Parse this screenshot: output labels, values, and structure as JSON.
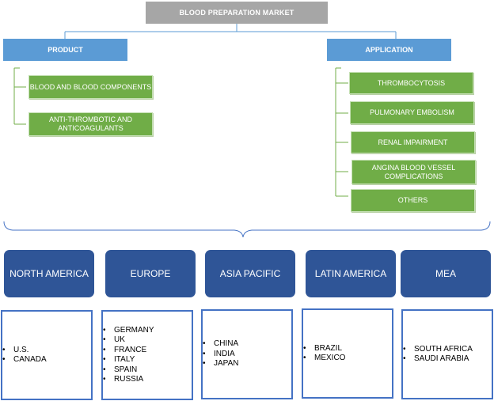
{
  "title": "BLOOD PREPARATION MARKET",
  "product": {
    "label": "PRODUCT",
    "items": [
      "BLOOD AND BLOOD COMPONENTS",
      "ANTI-THROMBOTIC AND ANTICOAGULANTS"
    ]
  },
  "application": {
    "label": "APPLICATION",
    "items": [
      "THROMBOCYTOSIS",
      "PULMONARY EMBOLISM",
      "RENAL IMPAIRMENT",
      "ANGINA BLOOD VESSEL COMPLICATIONS",
      "OTHERS"
    ]
  },
  "regions": [
    {
      "name": "NORTH AMERICA",
      "countries": [
        "U.S.",
        "CANADA"
      ]
    },
    {
      "name": "EUROPE",
      "countries": [
        "GERMANY",
        "UK",
        "FRANCE",
        "ITALY",
        "SPAIN",
        "RUSSIA"
      ]
    },
    {
      "name": "ASIA PACIFIC",
      "countries": [
        "CHINA",
        "INDIA",
        "JAPAN"
      ]
    },
    {
      "name": "LATIN AMERICA",
      "countries": [
        "BRAZIL",
        "MEXICO"
      ]
    },
    {
      "name": "MEA",
      "countries": [
        "SOUTH AFRICA",
        "SAUDI ARABIA"
      ]
    }
  ],
  "colors": {
    "title": "#a6a6a6",
    "header": "#5b9bd5",
    "item": "#70ad47",
    "region": "#2f5597",
    "list_border": "#4472c4"
  }
}
